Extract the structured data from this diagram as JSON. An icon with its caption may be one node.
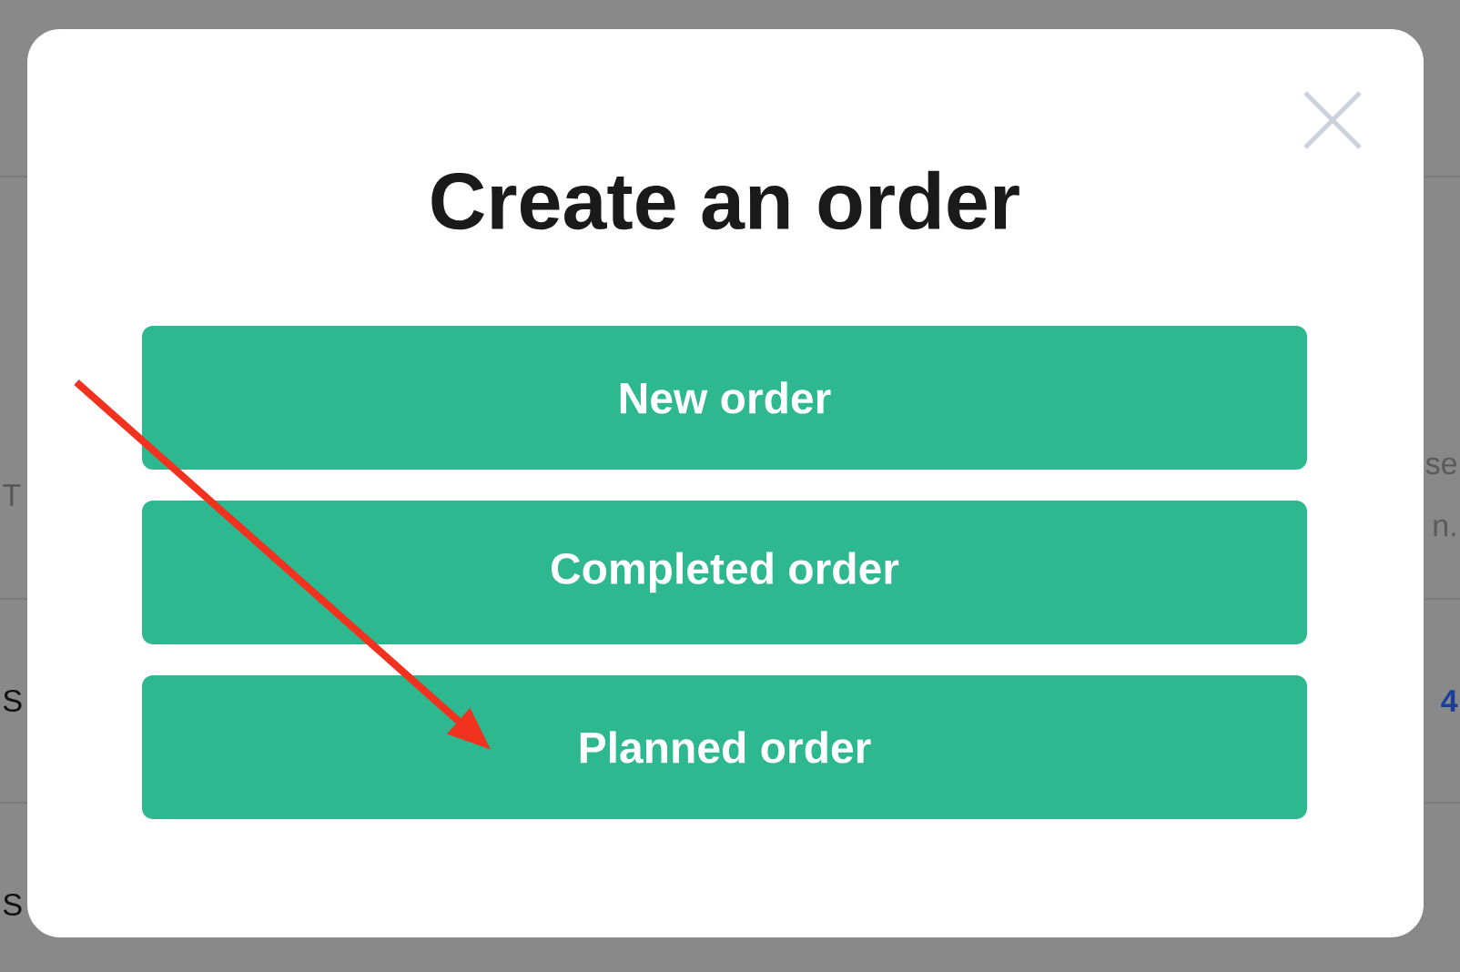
{
  "diagram": {
    "title": "Create an order",
    "nodes": [
      {
        "text": [
          "New order"
        ]
      },
      {
        "text": [
          "Completed order"
        ]
      },
      {
        "text": [
          "Planned order"
        ]
      }
    ],
    "edges": [
      {
        "from": null,
        "to": 2,
        "arrow": "to"
      }
    ],
    "labels": [
      "T",
      "se",
      "n.",
      "S",
      "4",
      "S"
    ]
  }
}
